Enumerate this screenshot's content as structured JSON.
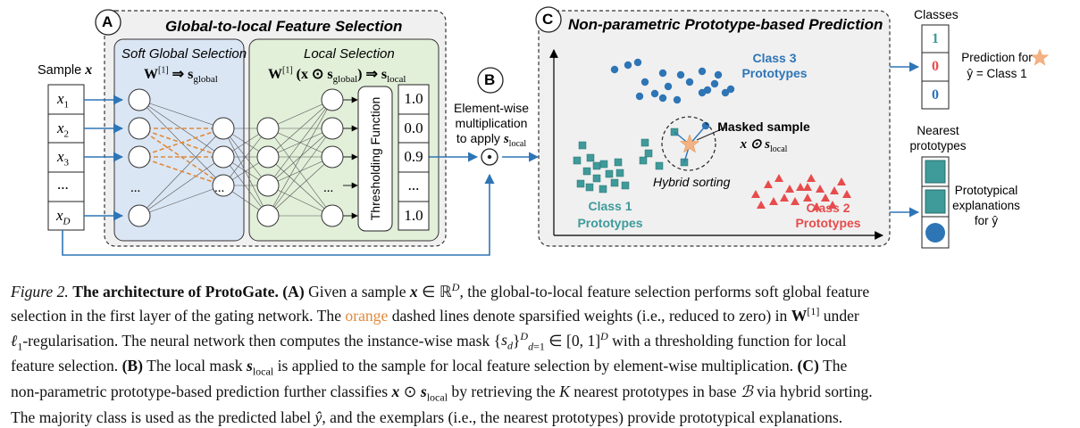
{
  "panels": {
    "A": {
      "badge": "A",
      "title": "Global-to-local Feature Selection",
      "soft_title": "Soft Global Selection",
      "soft_math_prefix": "W",
      "soft_math_sup": "[1]",
      "soft_math_rest": " ⇒ s",
      "soft_math_sub": "global",
      "local_title": "Local Selection",
      "local_math_prefix": "W",
      "local_math_sup": "[1]",
      "local_math_mid": " (x ⊙ s",
      "local_math_sub1": "global",
      "local_math_rest": ") ⇒ s",
      "local_math_sub2": "local",
      "threshold_label": "Thresholding Function",
      "mask_values": [
        "1.0",
        "0.0",
        "0.9",
        "...",
        "1.0"
      ]
    },
    "B": {
      "badge": "B",
      "line1": "Element-wise",
      "line2": "multiplication",
      "line3": "to apply ",
      "line3_sym": "s",
      "line3_sub": "local",
      "op": "⊙"
    },
    "C": {
      "badge": "C",
      "title": "Non-parametric Prototype-based Prediction",
      "class3_line1": "Class 3",
      "class3_line2": "Prototypes",
      "class1_line1": "Class 1",
      "class1_line2": "Prototypes",
      "class2_line1": "Class 2",
      "class2_line2": "Prototypes",
      "masked_line1": "Masked sample",
      "masked_line2_sym": "x ⊙ s",
      "masked_line2_sub": "local",
      "hybrid": "Hybrid sorting"
    }
  },
  "sample": {
    "label": "Sample ",
    "label_sym": "x",
    "cells": [
      {
        "v": "x",
        "s": "1"
      },
      {
        "v": "x",
        "s": "2"
      },
      {
        "v": "x",
        "s": "3"
      },
      {
        "v": "...",
        "s": ""
      },
      {
        "v": "x",
        "s": "D"
      }
    ]
  },
  "right": {
    "classes_title": "Classes",
    "class_values": [
      "1",
      "0",
      "0"
    ],
    "prediction_line1": "Prediction for",
    "prediction_line2": "ŷ = Class 1",
    "nearest_line1": "Nearest",
    "nearest_line2": "prototypes",
    "explain_line1": "Prototypical",
    "explain_line2": "explanations",
    "explain_line3": "for ŷ"
  },
  "neurons_dots": "...",
  "caption": {
    "lines": [
      "Figure 2. The architecture of ProtoGate. (A) Given a sample x ∈ ℝ^D, the global-to-local feature selection performs soft global feature",
      "selection in the first layer of the gating network. The orange dashed lines denote sparsified weights (i.e., reduced to zero) in W^[1] under",
      "ℓ1-regularisation. The neural network then computes the instance-wise mask {s_d}_{d=1}^D ∈ [0, 1]^D with a thresholding function for local",
      "feature selection. (B) The local mask s_local is applied to the sample for local feature selection by element-wise multiplication. (C) The",
      "non-parametric prototype-based prediction further classifies x ⊙ s_local by retrieving the K nearest prototypes in base B via hybrid sorting.",
      "The majority class is used as the predicted label ŷ, and the exemplars (i.e., the nearest prototypes) provide prototypical explanations."
    ],
    "fig_label": "Figure 2.",
    "bold_title": "The architecture of ProtoGate.",
    "orange_word": "orange"
  },
  "colors": {
    "blue_panel": "#dbe6f4",
    "green_panel": "#e2efd9",
    "grey_panel": "#f0f0f0",
    "class1": "#3f9a9a",
    "class2": "#e74c4c",
    "class3": "#2e75b6",
    "orange": "#e08a3c",
    "arrow": "#2e75b6",
    "star": "#f4b183"
  }
}
